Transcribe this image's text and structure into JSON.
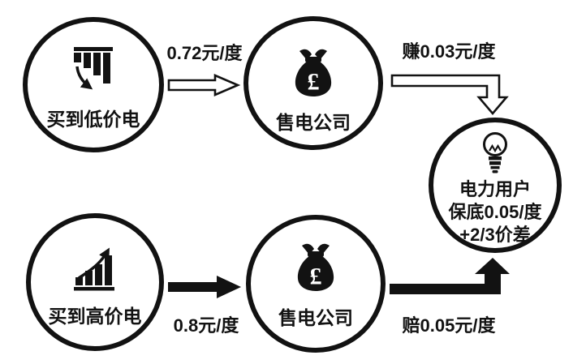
{
  "colors": {
    "background": "#ffffff",
    "ink": "#121212"
  },
  "nodes": {
    "buy_low": {
      "label": "买到低价电",
      "icon": "falling-bar-chart-icon"
    },
    "seller_top": {
      "label": "售电公司",
      "icon": "money-bag-icon",
      "currency": "£"
    },
    "users": {
      "line1": "电力用户",
      "line2": "保底0.05/度",
      "line3": "+2/3价差",
      "icon": "light-bulb-icon"
    },
    "buy_high": {
      "label": "买到高价电",
      "icon": "rising-bar-chart-icon"
    },
    "seller_bottom": {
      "label": "售电公司",
      "icon": "money-bag-icon",
      "currency": "£"
    }
  },
  "edges": {
    "low_to_seller": {
      "label": "0.72元/度",
      "style": "hollow-right-arrow"
    },
    "seller_to_users_gain": {
      "label": "赚0.03元/度",
      "style": "hollow-bent-down-arrow"
    },
    "high_to_seller": {
      "label": "0.8元/度",
      "style": "solid-right-arrow"
    },
    "seller_to_users_loss": {
      "label": "赔0.05元/度",
      "style": "solid-bent-up-arrow"
    }
  }
}
